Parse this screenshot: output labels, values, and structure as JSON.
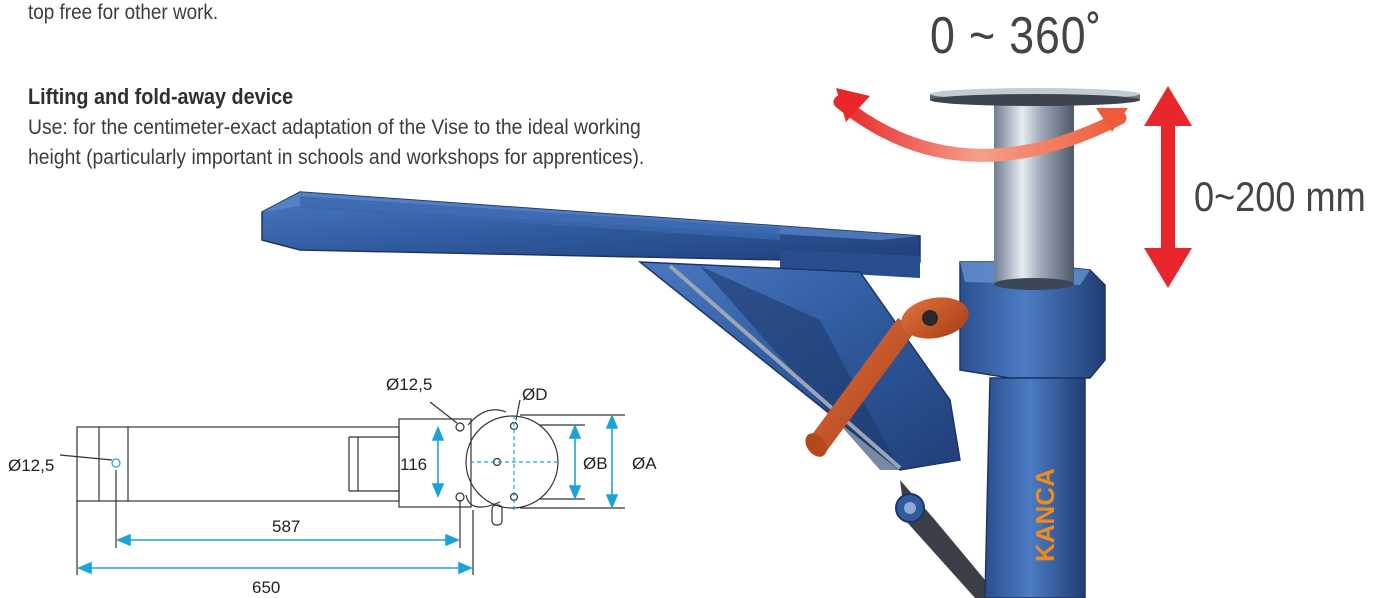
{
  "text": {
    "intro_tail": "top free for other work.",
    "section_heading": "Lifting and fold-away device",
    "section_body_line1": "Use: for the centimeter-exact adaptation of the Vise to the ideal working",
    "section_body_line2": "height (particularly important in schools and workshops for apprentices).",
    "rotation_label": "0 ~ 360˚",
    "lift_label": "0~200 mm",
    "brand_text": "KANCA"
  },
  "drawing": {
    "hole_left": "Ø12,5",
    "hole_right": "Ø12,5",
    "diameter_d": "ØD",
    "diameter_b": "ØB",
    "diameter_a": "ØA",
    "height_116": "116",
    "length_587": "587",
    "length_650": "650"
  },
  "colors": {
    "stand_blue": "#2f5a9e",
    "arrow_red": "#e8262b",
    "handle_orange": "#c8521f",
    "dimension_blue": "#1aa3d9",
    "brand_orange": "#f08a1c"
  }
}
